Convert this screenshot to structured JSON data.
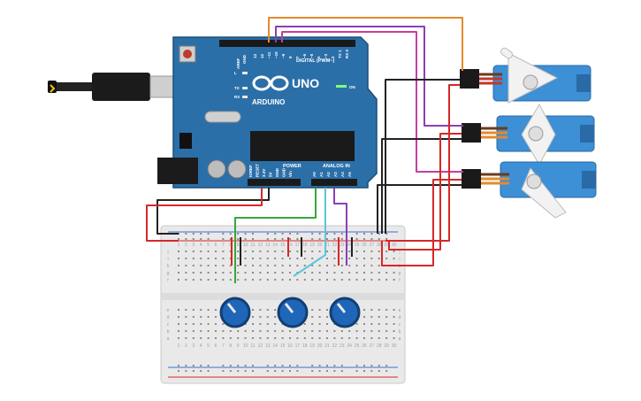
{
  "arduino": {
    "brand": "ARDUINO",
    "model": "UNO",
    "digital_header": "DIGITAL (PWM~)",
    "power_header": "POWER",
    "analog_header": "ANALOG IN",
    "on_label": "ON",
    "led_l": "L",
    "led_tx": "TX",
    "led_rx": "RX",
    "aref": "AREF",
    "gnd": "GND",
    "digital_pins": [
      "13",
      "12",
      "~11",
      "~10",
      "~9",
      "8",
      "7",
      "~6",
      "~5",
      "4",
      "~3",
      "2",
      "TX 1",
      "RX 0"
    ],
    "power_pins": [
      "IOREF",
      "RESET",
      "3.3V",
      "5V",
      "GND",
      "GND",
      "Vin"
    ],
    "analog_pins": [
      "A0",
      "A1",
      "A2",
      "A3",
      "A4",
      "A5"
    ]
  },
  "breadboard": {
    "row_letters_top": [
      "j",
      "i",
      "h",
      "g",
      "f"
    ],
    "row_letters_bottom": [
      "e",
      "d",
      "c",
      "b",
      "a"
    ],
    "columns": [
      "1",
      "2",
      "3",
      "4",
      "5",
      "6",
      "7",
      "8",
      "9",
      "10",
      "11",
      "12",
      "13",
      "14",
      "15",
      "16",
      "17",
      "18",
      "19",
      "20",
      "21",
      "22",
      "23",
      "24",
      "25",
      "26",
      "27",
      "28",
      "29",
      "30"
    ]
  },
  "colors": {
    "board": "#2b6fa8",
    "wire_orange": "#e58a2c",
    "wire_purple": "#8c3fb5",
    "wire_magenta": "#c43fa0",
    "wire_red": "#d62828",
    "wire_black": "#222222",
    "wire_green": "#3aa63a",
    "wire_cyan": "#5bc6d8",
    "servo": "#3d8fd6",
    "pot": "#1f66b8"
  }
}
